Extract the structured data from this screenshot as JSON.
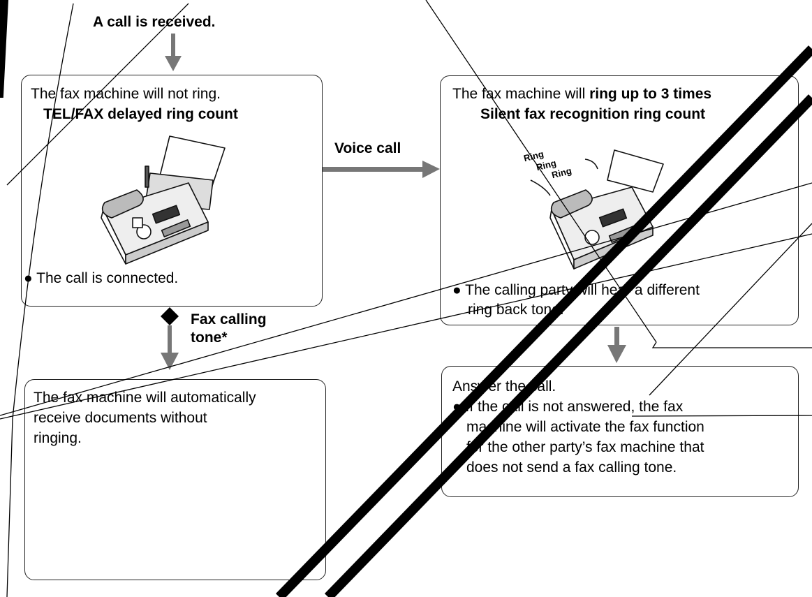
{
  "start": {
    "label": "A call is received."
  },
  "box_left_top": {
    "line1": "The fax machine will not ring.",
    "line2": "TEL/FAX delayed ring count",
    "bullet": "The call is connected."
  },
  "voice_call": {
    "label": "Voice call"
  },
  "box_right_top": {
    "line1_prefix": "The fax machine will ",
    "line1_bold": "ring up to 3 times",
    "line2": "Silent fax recognition ring count",
    "bullet_line1": "The calling party will hear a different",
    "bullet_line2": "ring back tone."
  },
  "ring_labels": [
    "Ring",
    "Ring",
    "Ring"
  ],
  "fax_tone": {
    "line1": "Fax calling",
    "line2": "tone*"
  },
  "box_left_bottom": {
    "line1": "The fax machine will automatically",
    "line2": "receive documents without",
    "line3": "ringing."
  },
  "box_right_bottom": {
    "line1": "Answer the call.",
    "bullet_line1": "If the call is not answered, the fax",
    "bullet_line2": "machine will activate the fax function",
    "bullet_line3": "for the other party’s fax machine that",
    "bullet_line4": "does not send a fax calling tone."
  },
  "colors": {
    "arrow": "#777777",
    "line": "#000000",
    "box_border": "#222222"
  }
}
